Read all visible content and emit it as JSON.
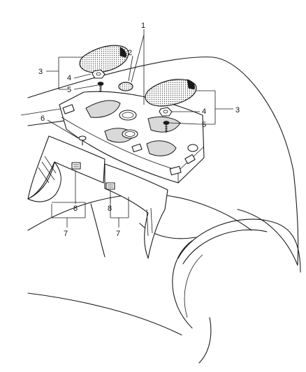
{
  "callouts": {
    "c1": "1",
    "c2": "2",
    "c3_left": "3",
    "c3_right": "3",
    "c4_left": "4",
    "c4_right": "4",
    "c5_left": "5",
    "c5_right": "5",
    "c6": "6",
    "c7_left": "7",
    "c7_right": "7",
    "c8_left": "8",
    "c8_right": "8"
  },
  "parts": {
    "1": "rear-shelf-panel",
    "2": "grommet",
    "3": "speaker-grille",
    "4": "nut",
    "5": "screw",
    "6": "push-pin-retainer",
    "7": "trim-panel",
    "8": "retainer-clip"
  }
}
